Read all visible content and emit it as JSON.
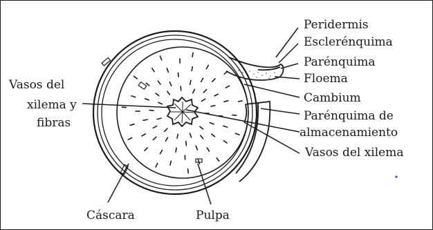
{
  "labels": {
    "peridermis": "Peridermis",
    "esclerenquima": "Esclerénquima",
    "parenquima": "Parénquima",
    "floema": "Floema",
    "cambium": "Cambium",
    "parenquima_almacenamiento_1": "Parénquima de",
    "parenquima_almacenamiento_2": "almacenamiento",
    "vasos_xilema": "Vasos del xilema",
    "vasos_fibras_1": "Vasos del",
    "vasos_fibras_2": "xilema y",
    "vasos_fibras_3": "fibras",
    "cascara": "Cáscara",
    "pulpa": "Pulpa"
  },
  "colors": {
    "ink": "#1a1a1a",
    "stipple": "#777777",
    "dot_accent": "#2a4fd6"
  }
}
